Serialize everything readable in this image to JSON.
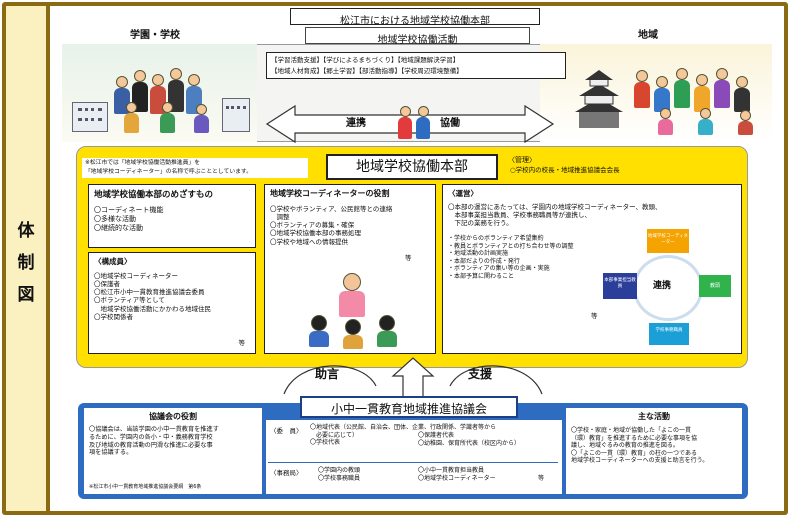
{
  "side_label": [
    "体",
    "制",
    "図"
  ],
  "header": {
    "title": "松江市における地域学校協働本部",
    "left_label": "学園・学校",
    "center_label": "地域学校協働活動",
    "right_label": "地域"
  },
  "activities": {
    "row1": "【学習活動支援】【学びによるまちづくり】【地域課題解決学習】",
    "row2": "【地域人材育成】【郷土学習】【部活動指導】【学校周辺環境整備】"
  },
  "arrow": {
    "left": "連携",
    "right": "協働"
  },
  "honbu": {
    "title": "地域学校協働本部",
    "note_line1": "※松江市では「地域学校協働活動推進員」を",
    "note_line2": "「地域学校コーディネーター」の名称で呼ぶこととしています。",
    "kanri_label": "〈管理〉",
    "kanri_text": "○学校内の校長・地域推進協議会会長"
  },
  "mezasu": {
    "title": "地域学校協働本部のめざすもの",
    "items": [
      "〇コーディネート機能",
      "〇多様な活動",
      "〇継続的な活動"
    ]
  },
  "kousei": {
    "title": "〈構成員〉",
    "items": [
      "〇地域学校コーディネーター",
      "〇保護者",
      "〇松江市小中一貫教育推進協議会委員",
      "〇ボランティア等として",
      "　地域学校協働活動にかかわる地域住民",
      "〇学校関係者"
    ],
    "tail": "等"
  },
  "coordinator": {
    "title": "地域学校コーディネーターの役割",
    "items": [
      "〇学校やボランティア、公民館等との連絡",
      "　調整",
      "〇ボランティアの募集・確保",
      "〇地域学校協働本部の事務処理",
      "〇学校や地域への情報提供"
    ],
    "tail": "等"
  },
  "unei": {
    "title": "〈運営〉",
    "intro": [
      "〇本部の運営にあたっては、学園内の地域学校コーディネーター、教頭、",
      "　本部事業担当教員、学校事務職員等が連携し、",
      "　下記の業務を行う。"
    ],
    "items": [
      "・学校からのボランティア希望集約",
      "・教員とボランティアとの打ち合わせ等の調整",
      "・地域活動の計画実施",
      "・本部だよりの作成・発行",
      "・ボランティアの集い等の企画・実施",
      "・本部予算に関わること"
    ],
    "tail": "等",
    "cycle_center": "連携",
    "cycle_nodes": [
      "地域学校コーディネーター",
      "教頭",
      "学校事務職員",
      "本部事業担当教員"
    ],
    "colors": [
      "#f5a300",
      "#2fb34a",
      "#1a9fd6",
      "#2b3f9a"
    ]
  },
  "flow": {
    "left": "助言",
    "right": "支援"
  },
  "kyougikai": {
    "title": "小中一貫教育地域推進協議会",
    "yakuwari_title": "協議会の役割",
    "yakuwari_text": [
      "〇協議会は、当該学園の小中一貫教育を推進す",
      "るために、学園内の各小・中・義務教育学校",
      "及び地域の教育活動の円滑な推進に必要な事",
      "項を協議する。"
    ],
    "footnote": "※松江市小中一貫教育地域推進協議会要綱　第6条",
    "iin_label": "〈委　員〉",
    "iin_items": [
      "〇地域代表（公民館、自治会、団体、企業、行政関係、学識者等から",
      "　必要に応じて）",
      "〇学校代表"
    ],
    "iin_items2": [
      "〇保護者代表",
      "〇幼稚園、保育所代表（校区内から）"
    ],
    "jimu_label": "〈事務局〉",
    "jimu_items": [
      "〇学園内の教頭",
      "〇学校事務職員"
    ],
    "jimu_items2": [
      "〇小中一貫教育担当教員",
      "〇地域学校コーディネーター"
    ],
    "jimu_tail": "等",
    "main_title": "主な活動",
    "main_text": [
      "〇学校・家庭・地域が協働した「よこの一貫",
      "（環）教育」を推進するために必要な事項を協",
      "議し、地域ぐるみの教育の推進を図る。",
      "〇「よこの一貫（環）教育」の柱の一つである",
      "地域学校コーディネーターへの支援と助言を行う。"
    ]
  },
  "icons": [
    "school-building-icon",
    "castle-icon",
    "people-group-icon",
    "two-children-icon",
    "teacher-icon",
    "house-arrow-icon"
  ]
}
